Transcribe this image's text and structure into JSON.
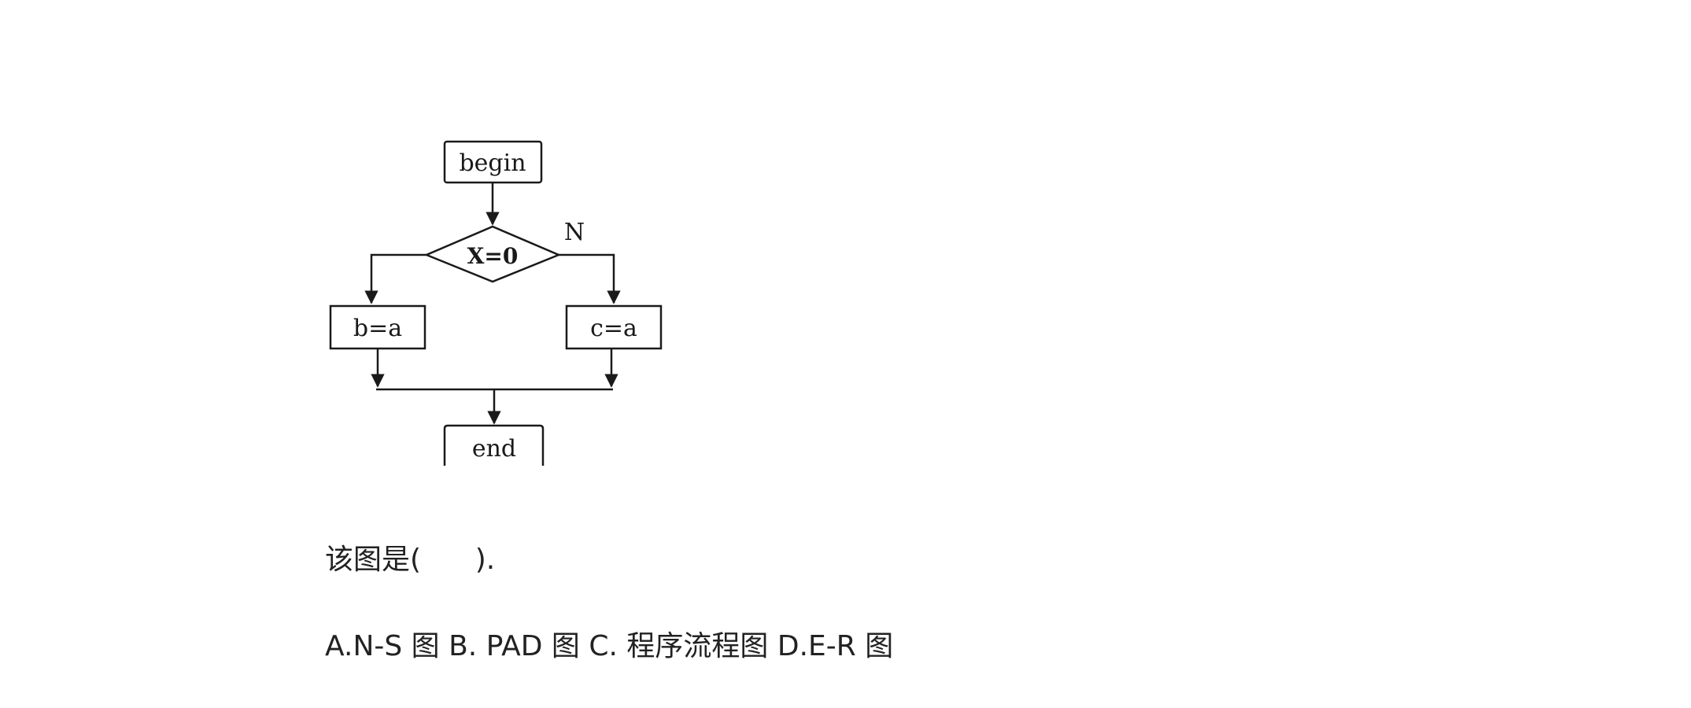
{
  "flowchart": {
    "start_label": "begin",
    "decision_label": "X=0",
    "no_branch_label": "N",
    "left_process_label": "b=a",
    "right_process_label": "c=a",
    "end_label": "end"
  },
  "question": {
    "stem": "该图是(      )."
  },
  "options": [
    {
      "text": "A.N-S 图"
    },
    {
      "text": "B. PAD 图"
    },
    {
      "text": "C. 程序流程图"
    },
    {
      "text": "D.E-R 图"
    }
  ]
}
